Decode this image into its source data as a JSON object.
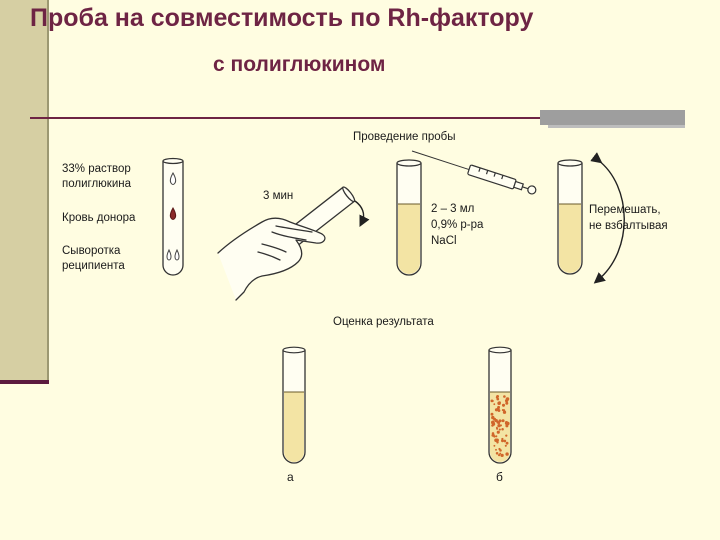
{
  "title": "Проба на совместимость по Rh-фактору",
  "subtitle": "с полиглюкином",
  "legend": {
    "polyglucin": [
      "33% раствор",
      "полиглюкина"
    ],
    "donor_blood": "Кровь донора",
    "recipient_serum": [
      "Сыворотка",
      "реципиента"
    ]
  },
  "steps": {
    "incubation_time": "3 мин",
    "procedure_label": "Проведение пробы",
    "saline": [
      "2 – 3 мл",
      "0,9% р-ра",
      "NaCl"
    ],
    "mixing": [
      "Перемешать,",
      "не взбалтывая"
    ]
  },
  "result": {
    "label": "Оценка результата",
    "tube_a": "а",
    "tube_b": "б"
  },
  "colors": {
    "title": "#6e2444",
    "liquid": "#f3e4a4",
    "agglutinate": "#d0662a",
    "blood_drop": "#8b2a2a"
  }
}
